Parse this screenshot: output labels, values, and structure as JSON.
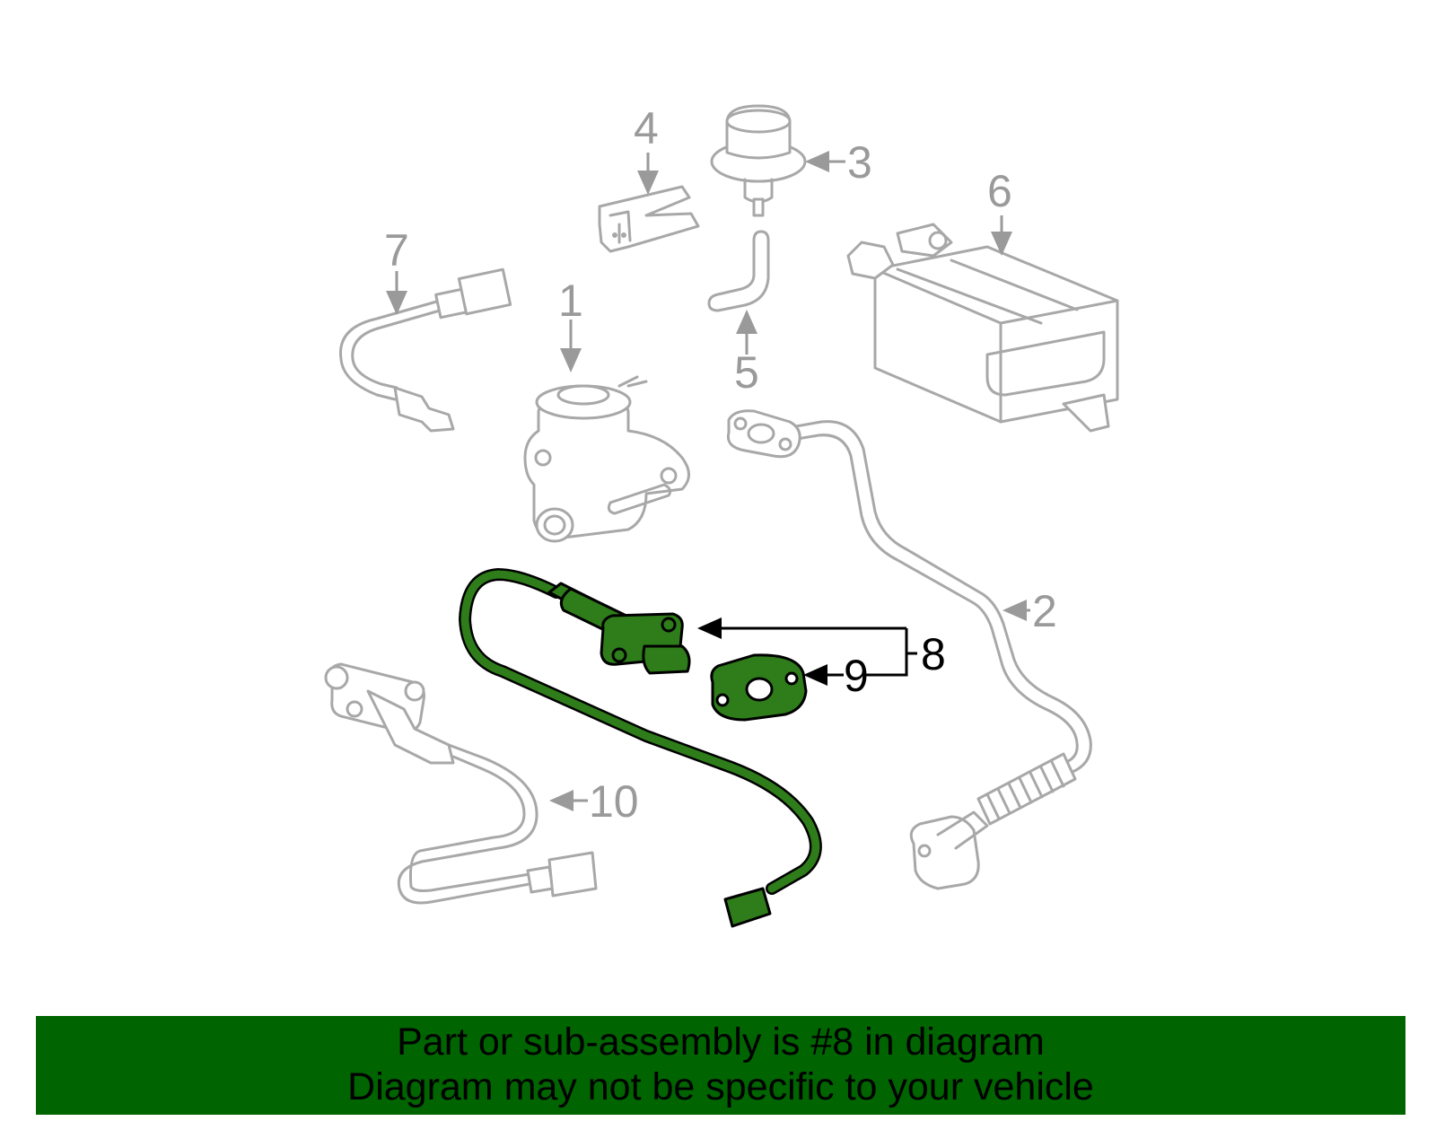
{
  "callouts": {
    "c1": "1",
    "c2": "2",
    "c3": "3",
    "c4": "4",
    "c5": "5",
    "c6": "6",
    "c7": "7",
    "c8": "8",
    "c9": "9",
    "c10": "10"
  },
  "banner": {
    "line1": "Part or sub-assembly is #8 in diagram",
    "line2": "Diagram may not be specific to your vehicle"
  },
  "colors": {
    "highlight": "#2e7d1a",
    "banner": "#006400",
    "outline": "#a8a8a8"
  }
}
